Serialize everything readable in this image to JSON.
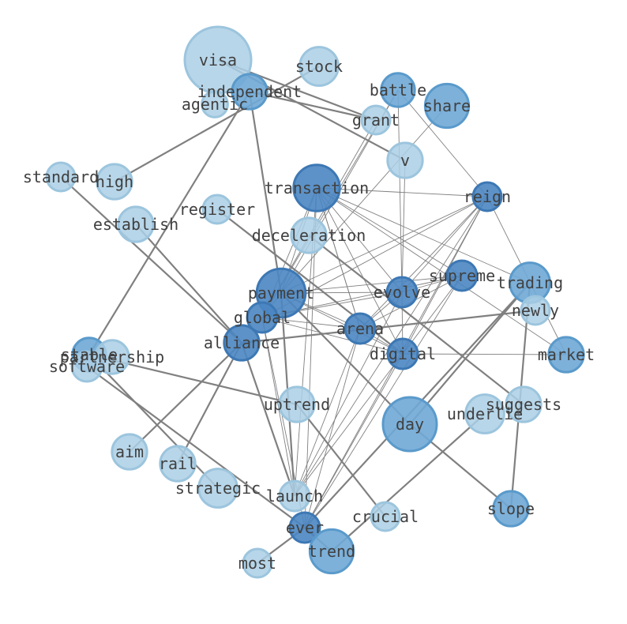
{
  "graph": {
    "colors": {
      "light": "#abcfe5",
      "mid": "#6fa9d6",
      "dark": "#4a86c2",
      "edge": "#808080",
      "label": "#404040"
    },
    "nodes": [
      {
        "id": "visa",
        "label": "visa",
        "weight": 1.0,
        "tone": "light"
      },
      {
        "id": "stock",
        "label": "stock",
        "weight": 0.45,
        "tone": "light"
      },
      {
        "id": "independent",
        "label": "independent",
        "weight": 0.38,
        "tone": "mid"
      },
      {
        "id": "agentic",
        "label": "agentic",
        "weight": 0.2,
        "tone": "light"
      },
      {
        "id": "battle",
        "label": "battle",
        "weight": 0.35,
        "tone": "mid"
      },
      {
        "id": "share",
        "label": "share",
        "weight": 0.55,
        "tone": "mid"
      },
      {
        "id": "grant",
        "label": "grant",
        "weight": 0.25,
        "tone": "light"
      },
      {
        "id": "v",
        "label": "v",
        "weight": 0.38,
        "tone": "light"
      },
      {
        "id": "standard",
        "label": "standard",
        "weight": 0.25,
        "tone": "light"
      },
      {
        "id": "high",
        "label": "high",
        "weight": 0.38,
        "tone": "light"
      },
      {
        "id": "transaction",
        "label": "transaction",
        "weight": 0.6,
        "tone": "dark"
      },
      {
        "id": "reign",
        "label": "reign",
        "weight": 0.25,
        "tone": "dark"
      },
      {
        "id": "register",
        "label": "register",
        "weight": 0.25,
        "tone": "light"
      },
      {
        "id": "establish",
        "label": "establish",
        "weight": 0.38,
        "tone": "light"
      },
      {
        "id": "deceleration",
        "label": "deceleration",
        "weight": 0.38,
        "tone": "light"
      },
      {
        "id": "supreme",
        "label": "supreme",
        "weight": 0.28,
        "tone": "dark"
      },
      {
        "id": "trading",
        "label": "trading",
        "weight": 0.48,
        "tone": "mid"
      },
      {
        "id": "payment",
        "label": "payment",
        "weight": 0.65,
        "tone": "dark"
      },
      {
        "id": "evolve",
        "label": "evolve",
        "weight": 0.28,
        "tone": "dark"
      },
      {
        "id": "newly",
        "label": "newly",
        "weight": 0.25,
        "tone": "light"
      },
      {
        "id": "global",
        "label": "global",
        "weight": 0.28,
        "tone": "dark"
      },
      {
        "id": "arena",
        "label": "arena",
        "weight": 0.28,
        "tone": "dark"
      },
      {
        "id": "alliance",
        "label": "alliance",
        "weight": 0.38,
        "tone": "dark"
      },
      {
        "id": "digital",
        "label": "digital",
        "weight": 0.28,
        "tone": "dark"
      },
      {
        "id": "market",
        "label": "market",
        "weight": 0.38,
        "tone": "mid"
      },
      {
        "id": "stable",
        "label": "stable",
        "weight": 0.35,
        "tone": "mid"
      },
      {
        "id": "partnership",
        "label": "partnership",
        "weight": 0.35,
        "tone": "light"
      },
      {
        "id": "software",
        "label": "software",
        "weight": 0.28,
        "tone": "light"
      },
      {
        "id": "uptrend",
        "label": "uptrend",
        "weight": 0.38,
        "tone": "light"
      },
      {
        "id": "suggests",
        "label": "suggests",
        "weight": 0.38,
        "tone": "light"
      },
      {
        "id": "day",
        "label": "day",
        "weight": 0.75,
        "tone": "mid"
      },
      {
        "id": "underlie",
        "label": "underlie",
        "weight": 0.45,
        "tone": "light"
      },
      {
        "id": "aim",
        "label": "aim",
        "weight": 0.38,
        "tone": "light"
      },
      {
        "id": "rail",
        "label": "rail",
        "weight": 0.38,
        "tone": "light"
      },
      {
        "id": "strategic",
        "label": "strategic",
        "weight": 0.45,
        "tone": "light"
      },
      {
        "id": "launch",
        "label": "launch",
        "weight": 0.28,
        "tone": "light"
      },
      {
        "id": "crucial",
        "label": "crucial",
        "weight": 0.25,
        "tone": "light"
      },
      {
        "id": "slope",
        "label": "slope",
        "weight": 0.38,
        "tone": "mid"
      },
      {
        "id": "ever",
        "label": "ever",
        "weight": 0.28,
        "tone": "dark"
      },
      {
        "id": "trend",
        "label": "trend",
        "weight": 0.55,
        "tone": "mid"
      },
      {
        "id": "most",
        "label": "most",
        "weight": 0.25,
        "tone": "light"
      }
    ],
    "edges": [
      [
        "visa",
        "grant",
        "thick"
      ],
      [
        "visa",
        "v",
        "thick"
      ],
      [
        "stock",
        "high",
        "thick"
      ],
      [
        "independent",
        "grant",
        "thick"
      ],
      [
        "independent",
        "payment",
        "thick"
      ],
      [
        "independent",
        "stable",
        "thick"
      ],
      [
        "standard",
        "alliance",
        "thick"
      ],
      [
        "register",
        "digital",
        "thick"
      ],
      [
        "establish",
        "alliance",
        "thick"
      ],
      [
        "deceleration",
        "suggests",
        "thick"
      ],
      [
        "payment",
        "day",
        "thick"
      ],
      [
        "payment",
        "launch",
        "thick"
      ],
      [
        "alliance",
        "newly",
        "thick"
      ],
      [
        "alliance",
        "aim",
        "thick"
      ],
      [
        "alliance",
        "rail",
        "thick"
      ],
      [
        "alliance",
        "launch",
        "thick"
      ],
      [
        "stable",
        "strategic",
        "thick"
      ],
      [
        "stable",
        "uptrend",
        "thick"
      ],
      [
        "software",
        "ever",
        "thick"
      ],
      [
        "uptrend",
        "crucial",
        "thick"
      ],
      [
        "trading",
        "slope",
        "thick"
      ],
      [
        "trading",
        "ever",
        "thick"
      ],
      [
        "trading",
        "day",
        "thick"
      ],
      [
        "day",
        "slope",
        "thick"
      ],
      [
        "underlie",
        "trend",
        "thick"
      ],
      [
        "ever",
        "most",
        "thick"
      ],
      [
        "ever",
        "trend",
        "thick"
      ],
      [
        "transaction",
        "reign",
        "thin"
      ],
      [
        "transaction",
        "payment",
        "thin"
      ],
      [
        "transaction",
        "evolve",
        "thin"
      ],
      [
        "transaction",
        "arena",
        "thin"
      ],
      [
        "transaction",
        "digital",
        "thin"
      ],
      [
        "transaction",
        "global",
        "thin"
      ],
      [
        "transaction",
        "supreme",
        "thin"
      ],
      [
        "transaction",
        "trading",
        "thin"
      ],
      [
        "transaction",
        "launch",
        "thin"
      ],
      [
        "transaction",
        "ever",
        "thin"
      ],
      [
        "transaction",
        "market",
        "thin"
      ],
      [
        "battle",
        "reign",
        "thin"
      ],
      [
        "battle",
        "payment",
        "thin"
      ],
      [
        "battle",
        "evolve",
        "thin"
      ],
      [
        "battle",
        "global",
        "thin"
      ],
      [
        "share",
        "payment",
        "thin"
      ],
      [
        "grant",
        "global",
        "thin"
      ],
      [
        "v",
        "evolve",
        "thin"
      ],
      [
        "reign",
        "payment",
        "thin"
      ],
      [
        "reign",
        "evolve",
        "thin"
      ],
      [
        "reign",
        "arena",
        "thin"
      ],
      [
        "reign",
        "digital",
        "thin"
      ],
      [
        "reign",
        "ever",
        "thin"
      ],
      [
        "reign",
        "market",
        "thin"
      ],
      [
        "reign",
        "global",
        "thin"
      ],
      [
        "supreme",
        "payment",
        "thin"
      ],
      [
        "supreme",
        "global",
        "thin"
      ],
      [
        "supreme",
        "arena",
        "thin"
      ],
      [
        "supreme",
        "evolve",
        "thin"
      ],
      [
        "supreme",
        "ever",
        "thin"
      ],
      [
        "supreme",
        "digital",
        "thin"
      ],
      [
        "payment",
        "evolve",
        "thin"
      ],
      [
        "payment",
        "arena",
        "thin"
      ],
      [
        "payment",
        "digital",
        "thin"
      ],
      [
        "payment",
        "global",
        "thin"
      ],
      [
        "evolve",
        "arena",
        "thin"
      ],
      [
        "evolve",
        "digital",
        "thin"
      ],
      [
        "evolve",
        "global",
        "thin"
      ],
      [
        "evolve",
        "launch",
        "thin"
      ],
      [
        "global",
        "arena",
        "thin"
      ],
      [
        "global",
        "digital",
        "thin"
      ],
      [
        "global",
        "launch",
        "thin"
      ],
      [
        "global",
        "ever",
        "thin"
      ],
      [
        "arena",
        "digital",
        "thin"
      ],
      [
        "arena",
        "ever",
        "thin"
      ],
      [
        "digital",
        "market",
        "thin"
      ],
      [
        "digital",
        "ever",
        "thin"
      ],
      [
        "digital",
        "launch",
        "thin"
      ],
      [
        "reign",
        "launch",
        "thin"
      ],
      [
        "transaction",
        "arena",
        "thin"
      ],
      [
        "arena",
        "launch",
        "thin"
      ]
    ]
  }
}
